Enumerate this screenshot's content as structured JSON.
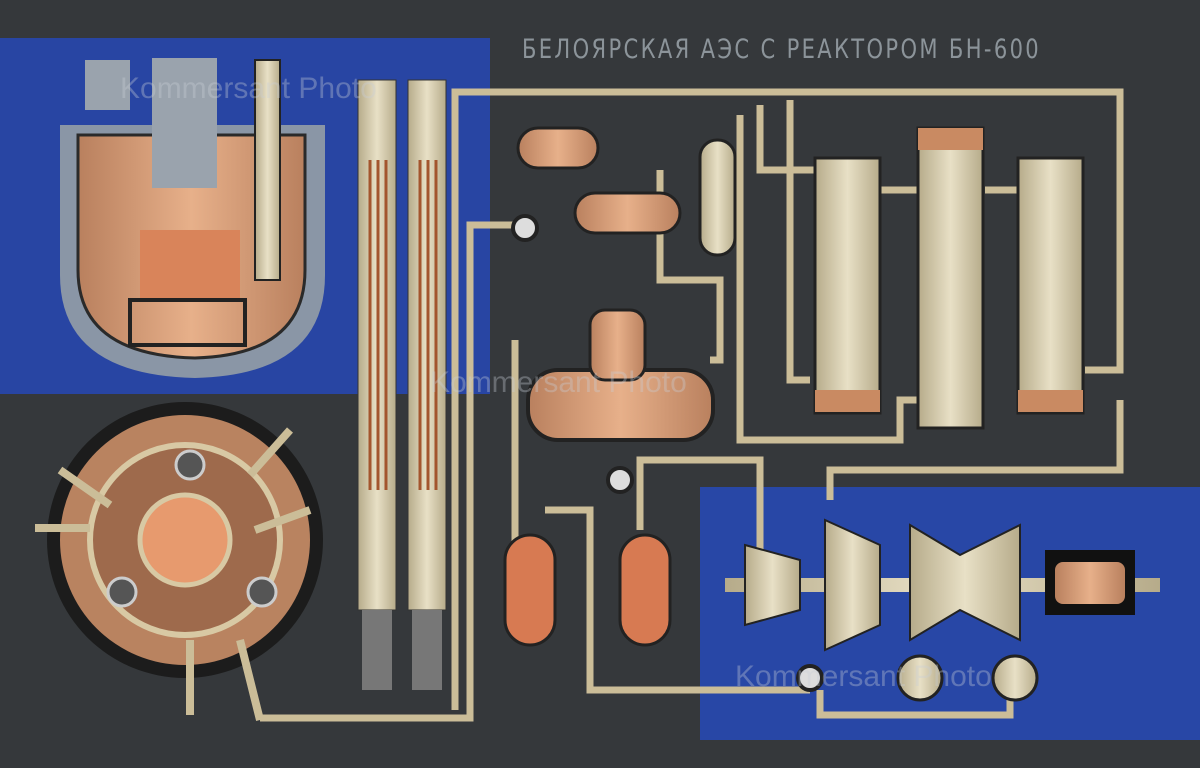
{
  "panel": {
    "title": "БЕЛОЯРСКАЯ АЭС С РЕАКТОРОМ БН-600",
    "watermarks": [
      "Kommersant Photo",
      "Kommersant Photo",
      "Kommersant Photo"
    ]
  },
  "colors": {
    "background": "#35383b",
    "blue_panel": "#2845a3",
    "pipe": "#cbbd98",
    "copper": "#c98a62",
    "title": "#8c949a"
  }
}
